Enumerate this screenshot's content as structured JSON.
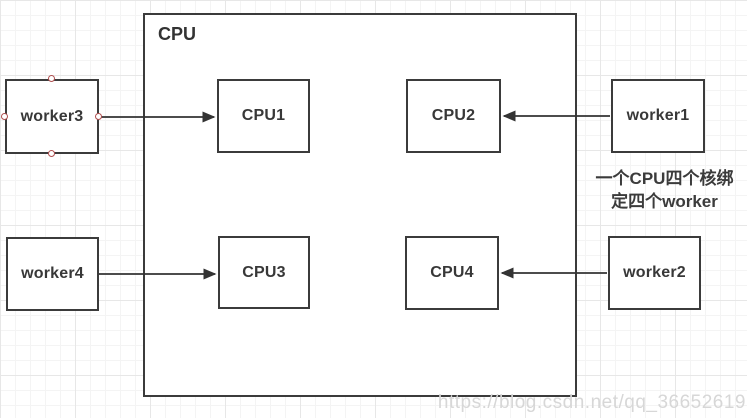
{
  "container": {
    "label": "CPU"
  },
  "nodes": [
    {
      "id": "worker3",
      "label": "worker3",
      "selected": true
    },
    {
      "id": "cpu1",
      "label": "CPU1",
      "selected": false
    },
    {
      "id": "cpu2",
      "label": "CPU2",
      "selected": false
    },
    {
      "id": "worker1",
      "label": "worker1",
      "selected": false
    },
    {
      "id": "worker4",
      "label": "worker4",
      "selected": false
    },
    {
      "id": "cpu3",
      "label": "CPU3",
      "selected": false
    },
    {
      "id": "cpu4",
      "label": "CPU4",
      "selected": false
    },
    {
      "id": "worker2",
      "label": "worker2",
      "selected": false
    }
  ],
  "edges": [
    {
      "from": "worker3",
      "to": "CPU1",
      "direction": "right"
    },
    {
      "from": "worker1",
      "to": "CPU2",
      "direction": "left"
    },
    {
      "from": "worker4",
      "to": "CPU3",
      "direction": "right"
    },
    {
      "from": "worker2",
      "to": "CPU4",
      "direction": "left"
    }
  ],
  "annotation": {
    "line1": "一个CPU四个核绑",
    "line2": "定四个worker"
  },
  "watermark": "https://blog.csdn.net/qq_36652619",
  "colors": {
    "shape_border": "#3b3b3b",
    "shape_fill": "#ffffff",
    "arrow": "#333333",
    "handle_stroke": "#b05050",
    "annotation_text": "#3b3b3b",
    "watermark_text": "#d7d7d7",
    "grid_minor": "#f4f4f4",
    "grid_major": "#e7e7e7"
  }
}
